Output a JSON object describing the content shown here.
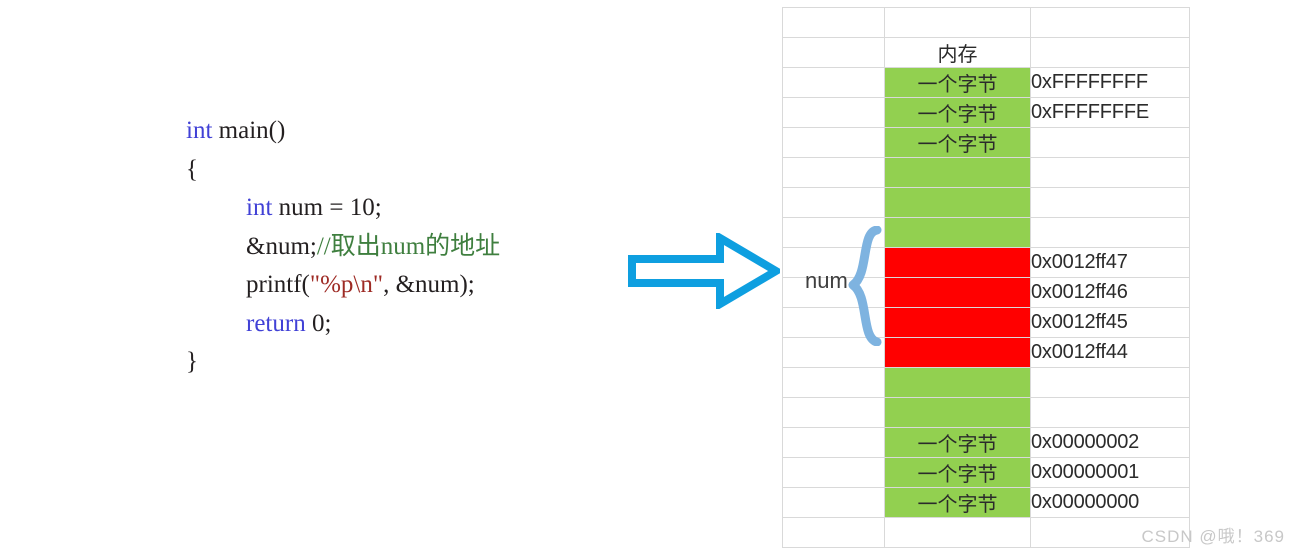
{
  "code": {
    "language": "c",
    "lines": [
      {
        "tokens": [
          {
            "t": "int",
            "c": "kw"
          },
          {
            "t": " main()",
            "c": "pl"
          }
        ]
      },
      {
        "tokens": [
          {
            "t": "{",
            "c": "pl"
          }
        ]
      },
      {
        "indent": true,
        "tokens": [
          {
            "t": "int",
            "c": "kw"
          },
          {
            "t": " num = 10;",
            "c": "pl"
          }
        ]
      },
      {
        "indent": true,
        "tokens": [
          {
            "t": "&num;",
            "c": "pl"
          },
          {
            "t": "//取出num的地址",
            "c": "cmt"
          }
        ]
      },
      {
        "indent": true,
        "tokens": [
          {
            "t": "printf(",
            "c": "pl"
          },
          {
            "t": "\"%p\\n\"",
            "c": "str"
          },
          {
            "t": ", &num);",
            "c": "pl"
          }
        ]
      },
      {
        "indent": true,
        "tokens": [
          {
            "t": "return",
            "c": "kw"
          },
          {
            "t": " 0;",
            "c": "pl"
          }
        ]
      },
      {
        "tokens": [
          {
            "t": "}",
            "c": "pl"
          }
        ]
      }
    ]
  },
  "arrow": {
    "name": "right-arrow",
    "color": "#0e9fe0",
    "fill": "#ffffff"
  },
  "diagram": {
    "header": "内存",
    "byte_label": "一个字节",
    "num_label": "num",
    "colors": {
      "green": "#92d050",
      "red": "#ff0000",
      "brace": "#7eb3e0",
      "grid": "#d9d9d9"
    },
    "rows": [
      {
        "kind": "empty",
        "byte": "",
        "addr": ""
      },
      {
        "kind": "header",
        "byte": "内存",
        "addr": ""
      },
      {
        "kind": "green",
        "byte": "一个字节",
        "addr": "0xFFFFFFFF"
      },
      {
        "kind": "green",
        "byte": "一个字节",
        "addr": "0xFFFFFFFE"
      },
      {
        "kind": "green",
        "byte": "一个字节",
        "addr": ""
      },
      {
        "kind": "green",
        "byte": "",
        "addr": ""
      },
      {
        "kind": "green",
        "byte": "",
        "addr": ""
      },
      {
        "kind": "green",
        "byte": "",
        "addr": ""
      },
      {
        "kind": "red",
        "byte": "",
        "addr": "0x0012ff47"
      },
      {
        "kind": "red",
        "byte": "",
        "addr": "0x0012ff46"
      },
      {
        "kind": "red",
        "byte": "",
        "addr": "0x0012ff45"
      },
      {
        "kind": "red",
        "byte": "",
        "addr": "0x0012ff44"
      },
      {
        "kind": "green",
        "byte": "",
        "addr": ""
      },
      {
        "kind": "green",
        "byte": "",
        "addr": ""
      },
      {
        "kind": "green",
        "byte": "一个字节",
        "addr": "0x00000002"
      },
      {
        "kind": "green",
        "byte": "一个字节",
        "addr": "0x00000001"
      },
      {
        "kind": "green",
        "byte": "一个字节",
        "addr": "0x00000000"
      },
      {
        "kind": "empty",
        "byte": "",
        "addr": ""
      }
    ]
  },
  "watermark": "CSDN @哦！369"
}
